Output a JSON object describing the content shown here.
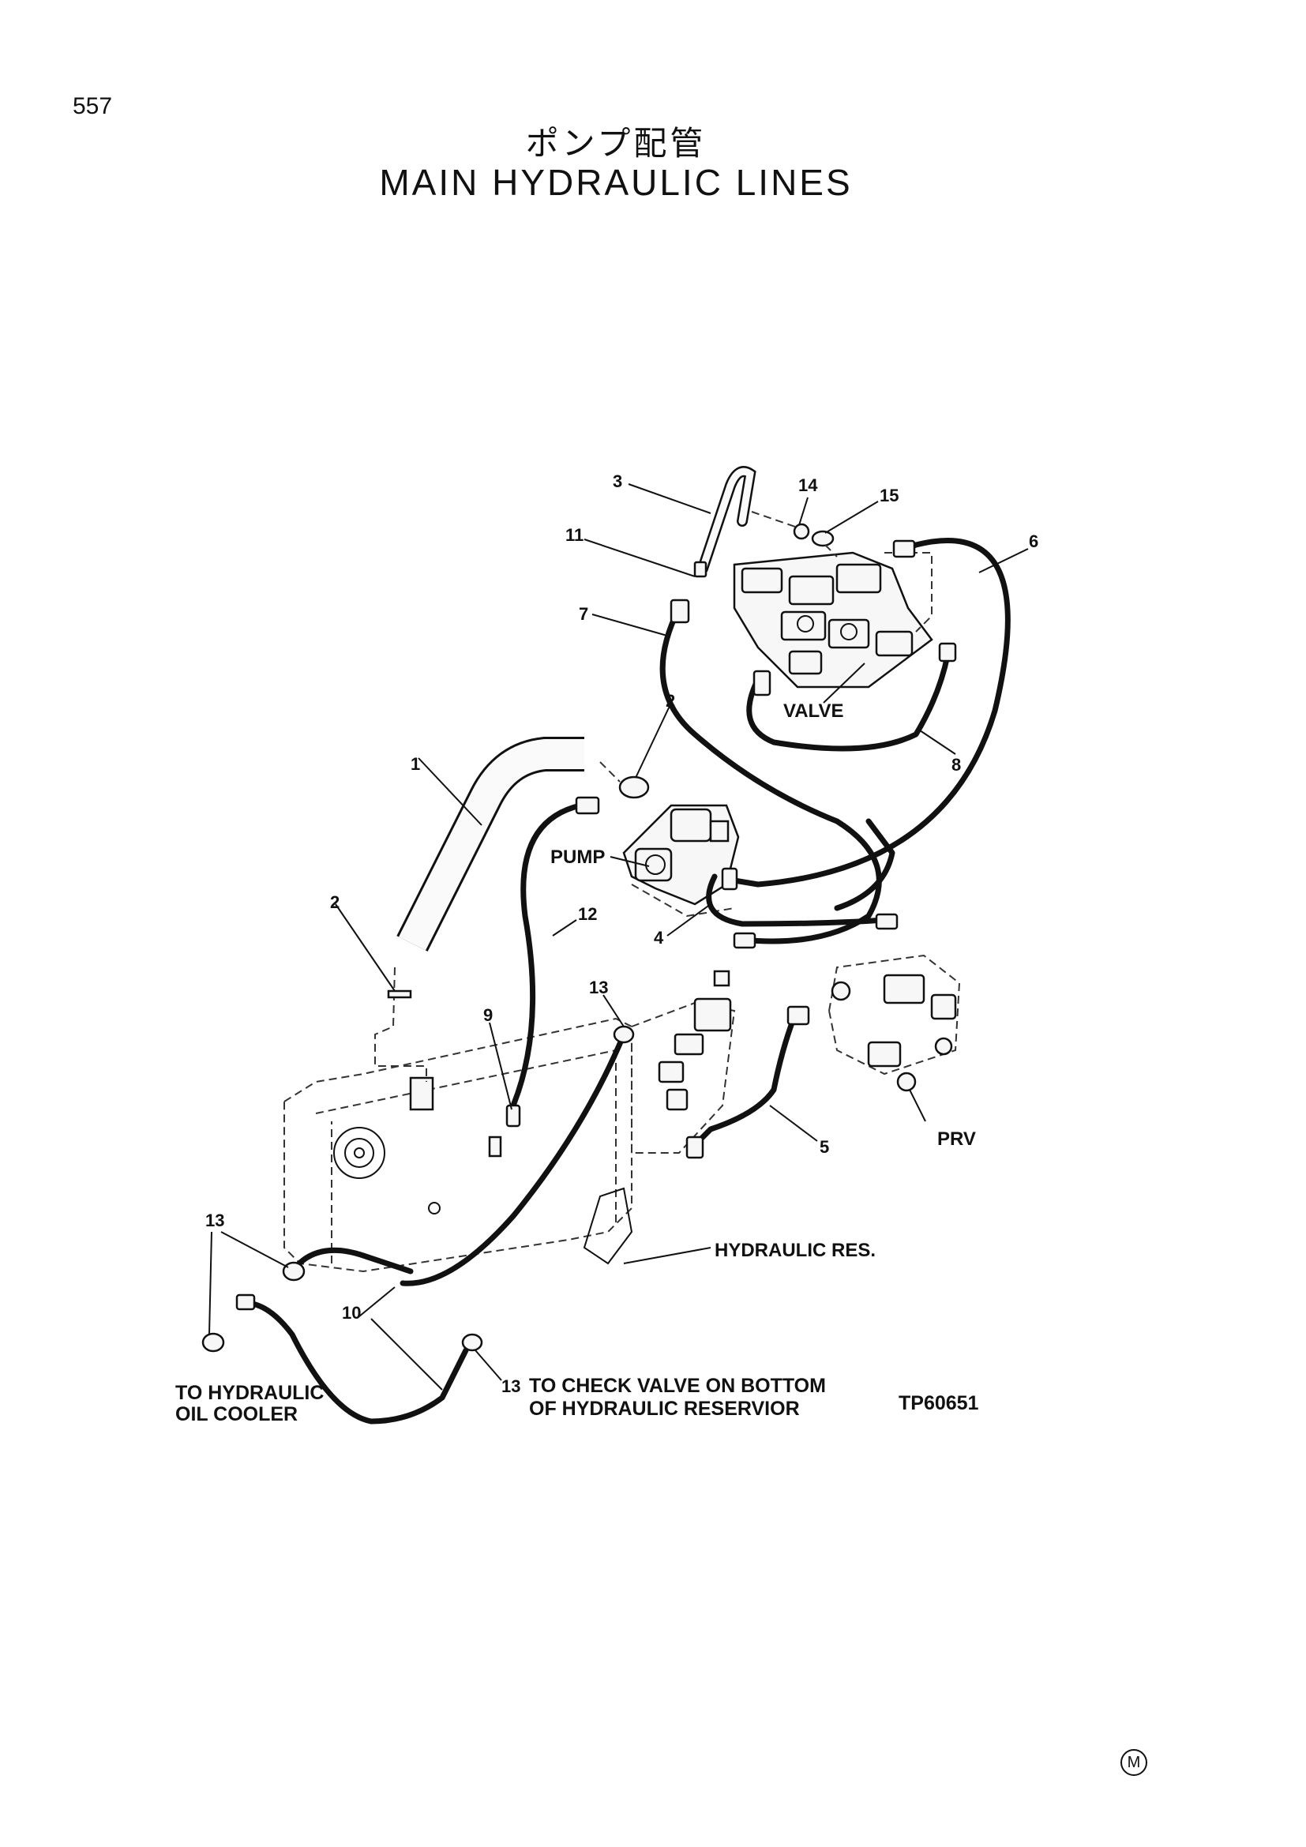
{
  "header": {
    "page_number": "557",
    "title_jp": "ポンプ配管",
    "title_en": "MAIN HYDRAULIC LINES"
  },
  "diagram": {
    "callouts": [
      "1",
      "2",
      "2",
      "3",
      "4",
      "5",
      "6",
      "7",
      "8",
      "9",
      "10",
      "11",
      "12",
      "13",
      "13",
      "13",
      "14",
      "15"
    ],
    "labels": {
      "valve": "VALVE",
      "pump": "PUMP",
      "prv": "PRV",
      "hydraulic_res": "HYDRAULIC RES.",
      "to_cooler_1": "TO HYDRAULIC",
      "to_cooler_2": "OIL COOLER",
      "check_valve_1": "TO CHECK VALVE ON BOTTOM",
      "check_valve_2": "OF HYDRAULIC RESERVIOR",
      "ref_code": "TP60651"
    }
  },
  "footer": {
    "mark": "M"
  }
}
